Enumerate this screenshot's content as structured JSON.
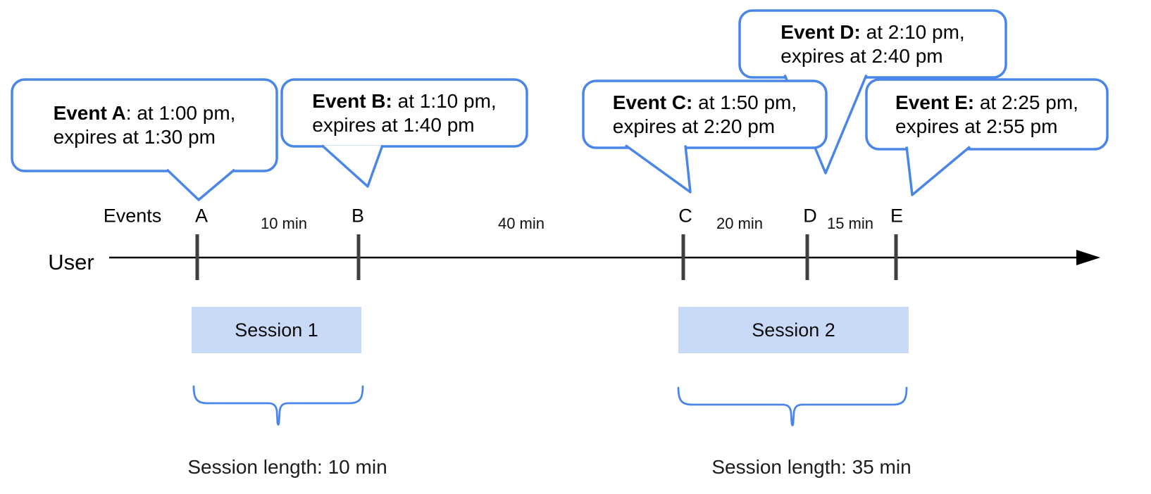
{
  "diagram": {
    "events_label": "Events",
    "axis_label": "User"
  },
  "colors": {
    "callout_border": "#4a86e8",
    "brace": "#4a86e8",
    "session_fill": "#c9daf8",
    "tick": "#3f3f3f",
    "axis": "#000000"
  },
  "bubbles": [
    {
      "id": "A",
      "bold": "Event A",
      "rest": ": at 1:00 pm,",
      "line2": "expires at 1:30 pm"
    },
    {
      "id": "B",
      "bold": "Event B:",
      "rest": " at 1:10 pm,",
      "line2": "expires at 1:40 pm"
    },
    {
      "id": "C",
      "bold": "Event C:",
      "rest": " at 1:50 pm,",
      "line2": "expires at 2:20 pm"
    },
    {
      "id": "D",
      "bold": "Event D:",
      "rest": " at 2:10 pm,",
      "line2": "expires at 2:40 pm"
    },
    {
      "id": "E",
      "bold": "Event E:",
      "rest": " at 2:25 pm,",
      "line2": "expires at 2:55 pm"
    }
  ],
  "events": [
    {
      "label": "A"
    },
    {
      "label": "B"
    },
    {
      "label": "C"
    },
    {
      "label": "D"
    },
    {
      "label": "E"
    }
  ],
  "intervals": [
    {
      "label": "10 min"
    },
    {
      "label": "40 min"
    },
    {
      "label": "20 min"
    },
    {
      "label": "15 min"
    }
  ],
  "sessions": [
    {
      "label": "Session 1",
      "length_label": "Session length: 10 min"
    },
    {
      "label": "Session 2",
      "length_label": "Session length: 35 min"
    }
  ]
}
